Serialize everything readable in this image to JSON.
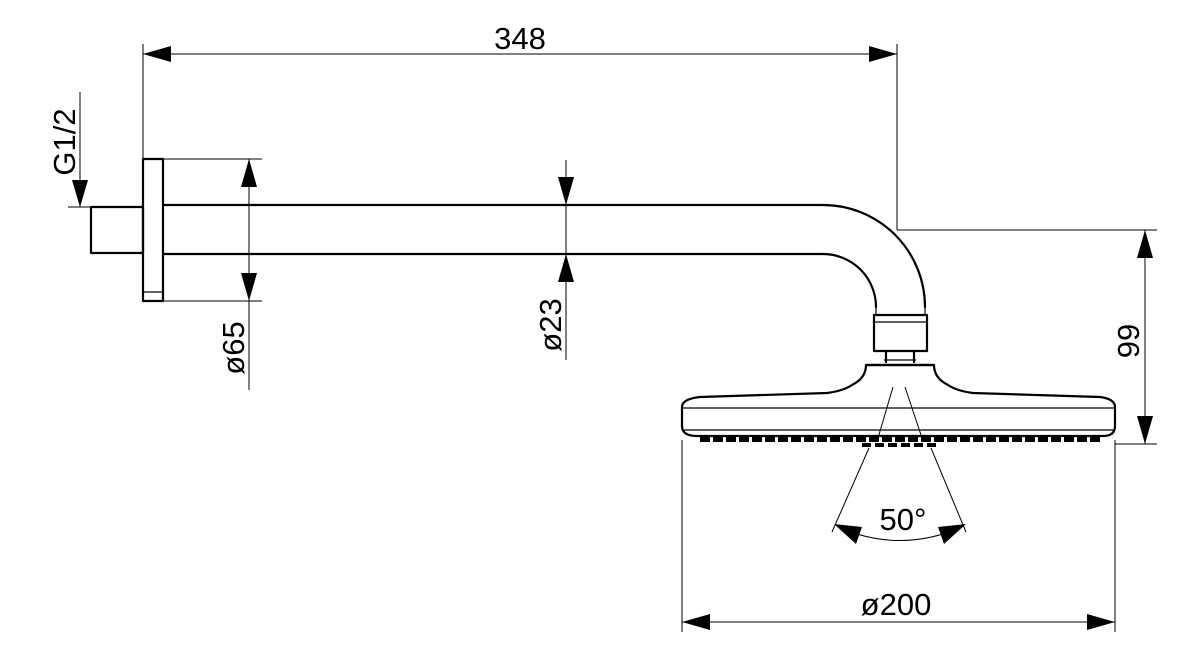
{
  "drawing": {
    "dimensions": {
      "arm_length": "348",
      "thread": "G1/2",
      "flange_diameter": "ø65",
      "pipe_diameter": "ø23",
      "head_drop": "99",
      "spray_angle": "50°",
      "head_diameter": "ø200"
    }
  }
}
